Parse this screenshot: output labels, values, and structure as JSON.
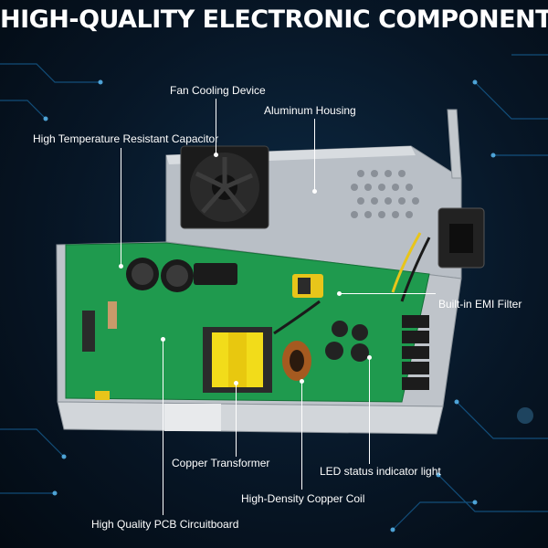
{
  "headline": "HIGH-QUALITY ELECTRONIC COMPONENTS",
  "labels": {
    "fan": "Fan Cooling Device",
    "housing": "Aluminum Housing",
    "capacitor": "High Temperature Resistant Capacitor",
    "emi": "Built-in EMI Filter",
    "transformer": "Copper Transformer",
    "led": "LED status indicator light",
    "coil": "High-Density Copper Coil",
    "pcb": "High Quality PCB Circuitboard"
  },
  "colors": {
    "background": "#071626",
    "pcb": "#1f9a4e",
    "transformer": "#f2dc1a",
    "housing": "#c9ced4"
  }
}
